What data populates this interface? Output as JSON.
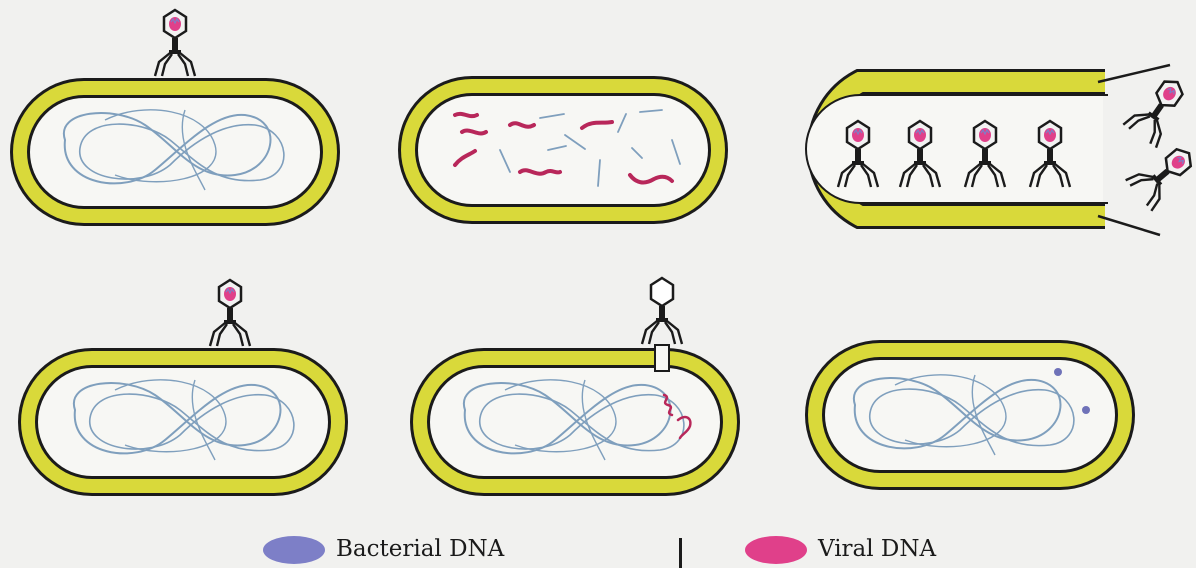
{
  "legend": {
    "bacterial_label": "Bacterial DNA",
    "viral_label": "Viral DNA",
    "bacterial_color": "#7d7fc7",
    "viral_color": "#e0408a"
  },
  "colors": {
    "cell_wall": "#d9d93a",
    "outline": "#1b1b1b",
    "cell_fill": "#f7f7f4",
    "bacterial_dna_line": "#7f9fbd",
    "viral_dna_line": "#b8275a",
    "phage_head_fill": "#f2f2f2"
  },
  "icons": {
    "phage": "bacteriophage-icon",
    "bacterium": "bacterium-cell-icon"
  },
  "panels": [
    {
      "name": "phage-attachment-cell"
    },
    {
      "name": "viral-dna-replication-cell"
    },
    {
      "name": "cell-lysis-release-cell"
    },
    {
      "name": "phage-attached-cell"
    },
    {
      "name": "viral-dna-injection-cell"
    },
    {
      "name": "viral-dna-integrated-cell"
    }
  ]
}
